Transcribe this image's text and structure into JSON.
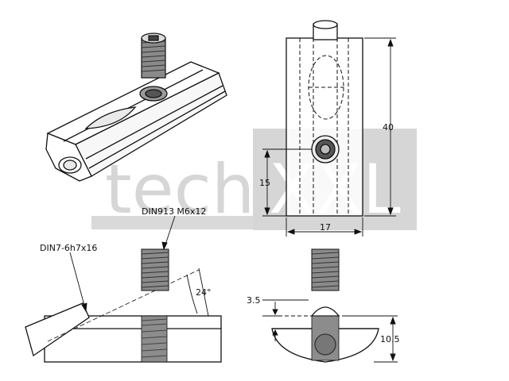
{
  "watermark": {
    "left": "tech",
    "right": "XXL"
  },
  "callouts": {
    "set_screw": "DIN913 M6x12",
    "dowel_pin": "DIN7-6h7x16"
  },
  "dimensions": {
    "height": "40",
    "hole_height": "15",
    "width": "17",
    "angle": "24°",
    "top_offset": "3.5",
    "end_height": "10.5"
  }
}
